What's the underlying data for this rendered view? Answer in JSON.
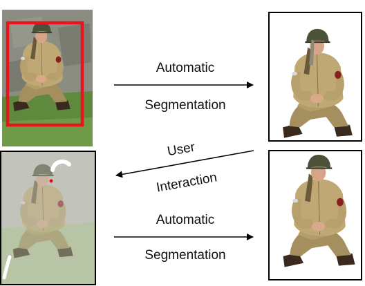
{
  "step1": {
    "label_line1": "Automatic",
    "label_line2": "Segmentation"
  },
  "step2": {
    "label_line1": "User",
    "label_line2": "Interaction"
  },
  "step3": {
    "label_line1": "Automatic",
    "label_line2": "Segmentation"
  },
  "colors": {
    "bounding_box": "#e8141b",
    "user_stroke": "#ffffff",
    "user_point": "#e01010",
    "frame_border": "#000000",
    "arrow": "#000000"
  }
}
